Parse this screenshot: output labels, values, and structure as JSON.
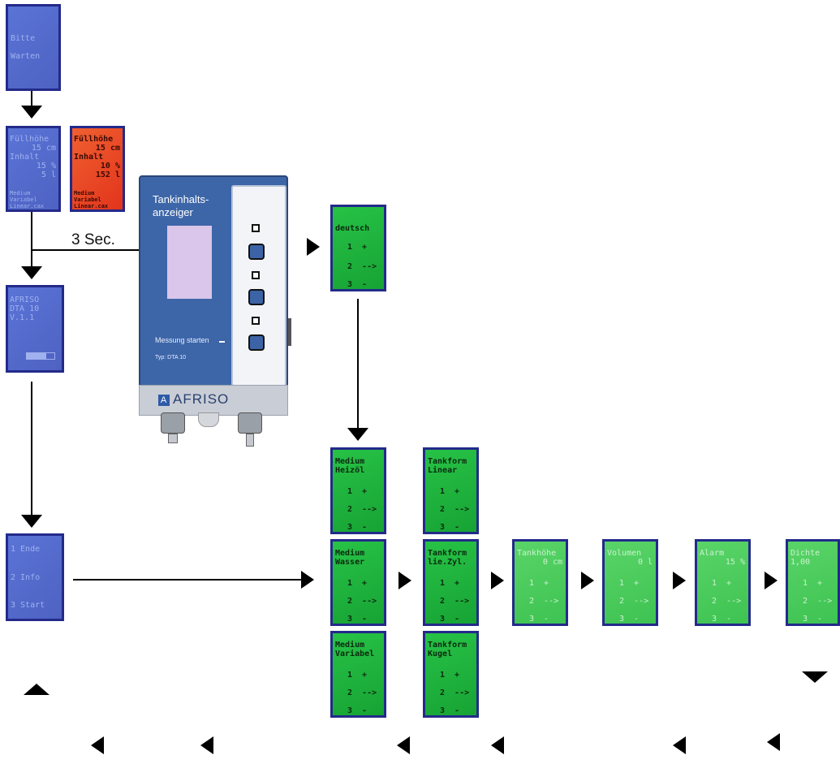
{
  "connector_label": "3 Sec.",
  "device": {
    "title": "Tankinhalts-\nanzeiger",
    "measure_label": "Messung starten",
    "type_label": "Typ: DTA 10",
    "brand": "AFRISO",
    "brand_icon": "A"
  },
  "screens": {
    "wait": [
      "Bitte",
      "Warten"
    ],
    "level": {
      "title": "Füllhöhe",
      "height": "15 cm",
      "content_label": "Inhalt",
      "percent": "15 %",
      "liters": "5 l",
      "footer": "Medium\nVariabel\nLinear.cax"
    },
    "level_alarm": {
      "title": "Füllhöhe",
      "height": "15 cm",
      "content_label": "Inhalt",
      "percent": "10 %",
      "liters": "152 l",
      "footer": "Medium\nVariabel\nLinear.cax"
    },
    "info": [
      "AFRISO",
      "DTA 10",
      "V.1.1"
    ],
    "menu": [
      "1 Ende",
      "2 Info",
      "3 Start"
    ],
    "language": "deutsch",
    "options": [
      "1  +",
      "2  -->",
      "3  -"
    ],
    "medium": [
      {
        "line1": "Medium",
        "line2": "Heizöl"
      },
      {
        "line1": "Medium",
        "line2": "Wasser"
      },
      {
        "line1": "Medium",
        "line2": "Variabel"
      }
    ],
    "tankform": [
      {
        "line1": "Tankform",
        "line2": "Linear"
      },
      {
        "line1": "Tankform",
        "line2": "lie.Zyl."
      },
      {
        "line1": "Tankform",
        "line2": "Kugel"
      }
    ],
    "settings": [
      {
        "title": "Tankhöhe",
        "value": "0 cm"
      },
      {
        "title": "Volumen",
        "value": "0 l"
      },
      {
        "title": "Alarm",
        "value": "15 %"
      },
      {
        "title": "Dichte",
        "value": "1,00"
      }
    ]
  }
}
